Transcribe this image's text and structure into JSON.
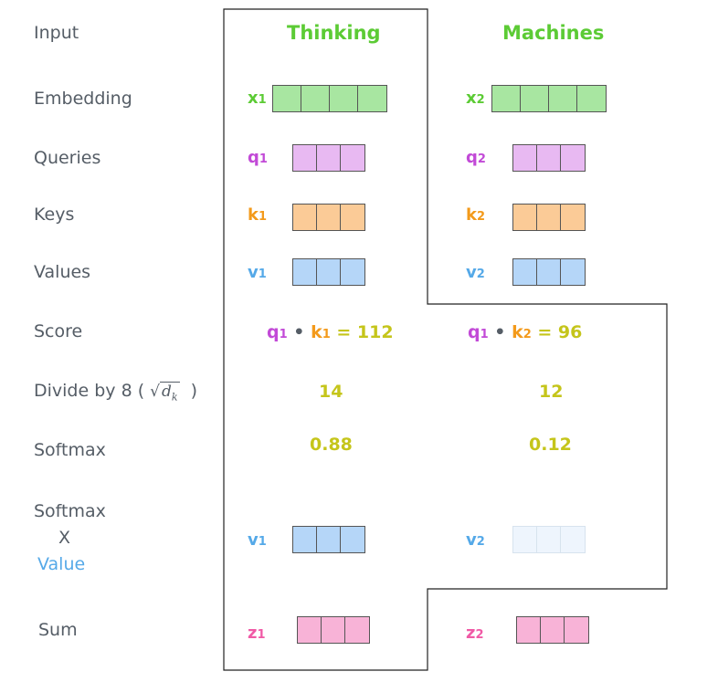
{
  "labels": {
    "input": "Input",
    "embedding": "Embedding",
    "queries": "Queries",
    "keys": "Keys",
    "values": "Values",
    "score": "Score",
    "divide": "Divide by 8 (",
    "divide_close": ")",
    "sqrt_symbol": "d",
    "sqrt_sub": "k",
    "softmax": "Softmax",
    "softmax_x_1": "Softmax",
    "softmax_x_2": "X",
    "softmax_x_3": "Value",
    "sum": "Sum"
  },
  "words": [
    "Thinking",
    "Machines"
  ],
  "symbols": {
    "x1": "x",
    "x2": "x",
    "q1": "q",
    "q2": "q",
    "k1": "k",
    "k2": "k",
    "v1": "v",
    "v2": "v",
    "z1": "z",
    "z2": "z",
    "sub1": "1",
    "sub2": "2"
  },
  "score": {
    "op_dot": "•",
    "op_eq": "=",
    "s1": "112",
    "s2": "96"
  },
  "divided": [
    "14",
    "12"
  ],
  "softmax": [
    "0.88",
    "0.12"
  ],
  "colors": {
    "green": "#5ccb35",
    "embedding_fill": "#a8e6a1",
    "purple": "#c24ad7",
    "query_fill": "#e8b9f2",
    "orange": "#f39a1b",
    "key_fill": "#fbcb97",
    "blue": "#55a9e8",
    "value_fill": "#b5d6f8",
    "value_faded_fill": "#eef5fd",
    "pink": "#f05aa6",
    "sum_fill": "#f8b3d7",
    "yellow": "#c5c51b",
    "label_gray": "#555d66"
  }
}
